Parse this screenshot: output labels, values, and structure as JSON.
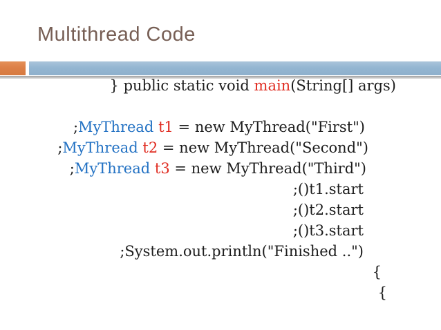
{
  "slide": {
    "title": "Multithread Code",
    "colors": {
      "background": "#ffffff",
      "title_text": "#775f55",
      "accent_orange": "#dd8047",
      "accent_blue": "#94b6d2",
      "shadow_gray": "#9f9f9f",
      "code_text": "#1c1c1c",
      "keyword_red": "#e02b20",
      "class_blue": "#2271c3"
    }
  },
  "code": {
    "line1": {
      "pre": "} public static void ",
      "kw": "main",
      "post": "(String[] args)"
    },
    "line2": {
      "semi": ";",
      "cls": "MyThread",
      "mid": " ",
      "var": "t1",
      "rest": " = new MyThread(\"First\")"
    },
    "line3": {
      "semi": ";",
      "cls": "MyThread",
      "mid": " ",
      "var": "t2",
      "rest": " = new MyThread(\"Second\")"
    },
    "line4": {
      "semi": ";",
      "cls": "MyThread",
      "mid": " ",
      "var": "t3",
      "rest": " = new MyThread(\"Third\")"
    },
    "line5": ";()t1.start",
    "line6": ";()t2.start",
    "line7": ";()t3.start",
    "line8": ";System.out.println(\"Finished ..\")",
    "line9": "{",
    "line10": "{"
  }
}
